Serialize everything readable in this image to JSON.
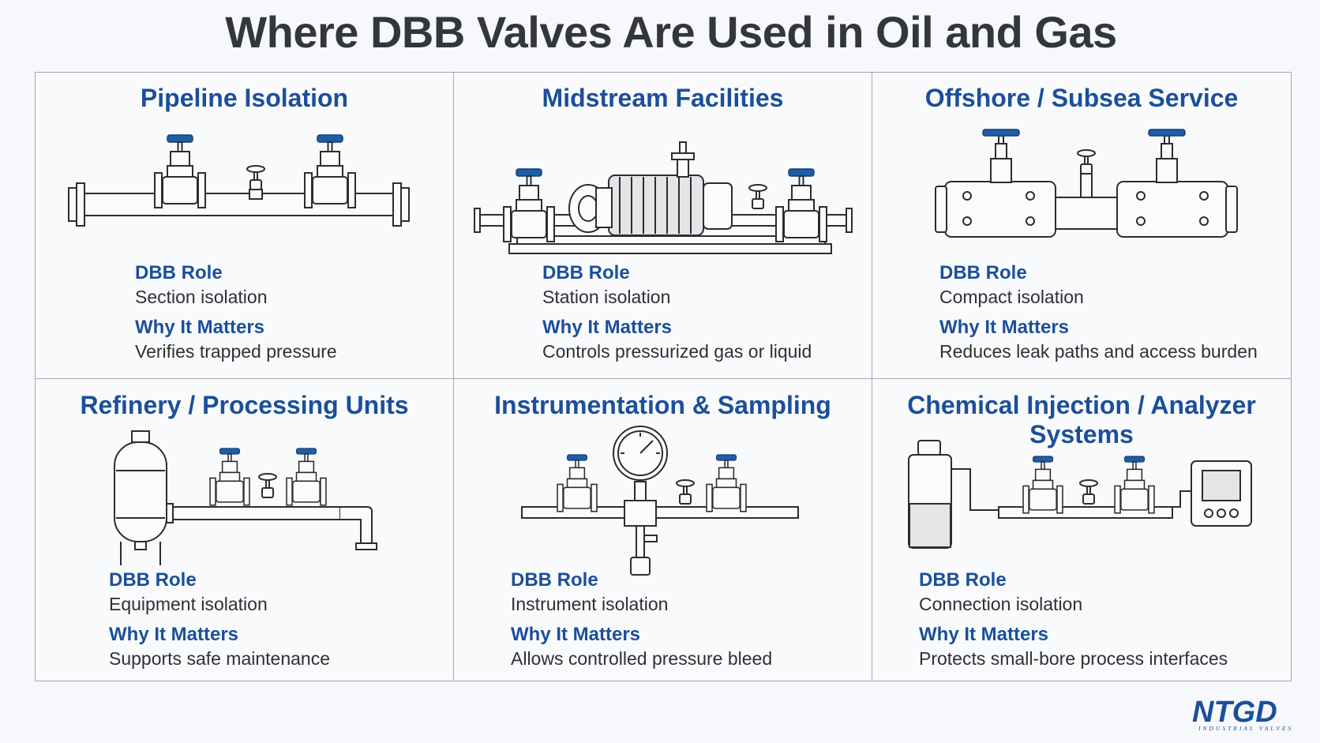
{
  "title": "Where DBB Valves Are Used in Oil and Gas",
  "cards": [
    {
      "title": "Pipeline Isolation",
      "role_label": "DBB Role",
      "role": "Section isolation",
      "why_label": "Why It Matters",
      "why": "Verifies trapped pressure"
    },
    {
      "title": "Midstream Facilities",
      "role_label": "DBB Role",
      "role": "Station isolation",
      "why_label": "Why It Matters",
      "why": "Controls pressurized gas or liquid"
    },
    {
      "title": "Offshore / Subsea Service",
      "role_label": "DBB Role",
      "role": "Compact isolation",
      "why_label": "Why It Matters",
      "why": "Reduces leak paths and access burden"
    },
    {
      "title": "Refinery / Processing Units",
      "role_label": "DBB Role",
      "role": "Equipment isolation",
      "why_label": "Why It Matters",
      "why": "Supports safe maintenance"
    },
    {
      "title": "Instrumentation & Sampling",
      "role_label": "DBB Role",
      "role": "Instrument isolation",
      "why_label": "Why It Matters",
      "why": "Allows controlled pressure bleed"
    },
    {
      "title": "Chemical Injection / Analyzer Systems",
      "role_label": "DBB Role",
      "role": "Connection isolation",
      "why_label": "Why It Matters",
      "why": "Protects small-bore process interfaces"
    }
  ],
  "logo": {
    "mark": "NTGD",
    "tagline": "INDUSTRIAL VALVES"
  },
  "colors": {
    "accent": "#1b4f9a",
    "handwheel": "#1f5ea6",
    "text": "#2d3035",
    "title": "#33363b",
    "border": "#a4a8ae"
  }
}
